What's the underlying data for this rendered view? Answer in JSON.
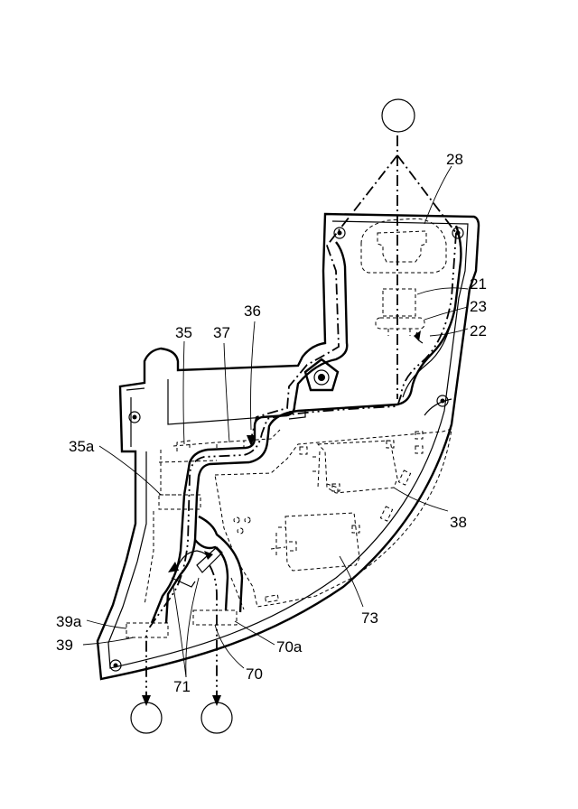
{
  "labels": {
    "l28": "28",
    "l21": "21",
    "l23": "23",
    "l22": "22",
    "l36": "36",
    "l35": "35",
    "l37": "37",
    "l35a": "35a",
    "l38": "38",
    "l73": "73",
    "l39a": "39a",
    "l39": "39",
    "l70a": "70a",
    "l70": "70",
    "l71": "71"
  }
}
